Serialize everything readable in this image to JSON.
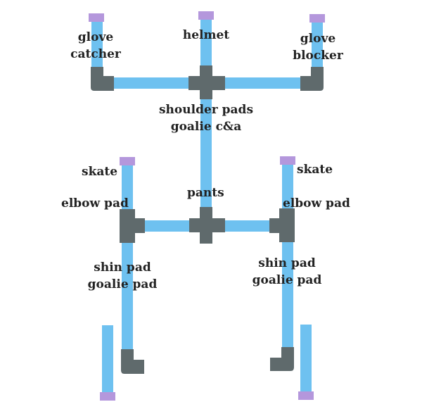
{
  "colors": {
    "pipe": "#6ec1f0",
    "fitting": "#5f6a6c",
    "cap": "#b497dc",
    "text": "#222222"
  },
  "labels": {
    "helmet": "helmet",
    "glove_catcher": "glove\ncatcher",
    "glove_blocker": "glove\nblocker",
    "shoulder_pads": "shoulder pads\ngoalie c&a",
    "pants": "pants",
    "skate_left": "skate",
    "skate_right": "skate",
    "elbow_pad_left": "elbow pad",
    "elbow_pad_right": "elbow pad",
    "shin_pad_left": "shin pad\ngoalie pad",
    "shin_pad_right": "shin pad\ngoalie pad"
  }
}
